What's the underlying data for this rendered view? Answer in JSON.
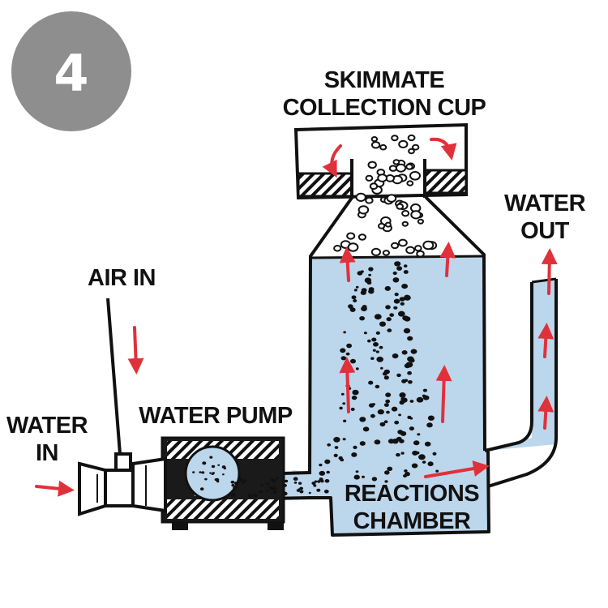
{
  "step_number": "4",
  "labels": {
    "skimmate_line1": "SKIMMATE",
    "skimmate_line2": "COLLECTION CUP",
    "air_in": "AIR IN",
    "water_in_line1": "WATER",
    "water_in_line2": "IN",
    "water_pump": "WATER PUMP",
    "water_out_line1": "WATER",
    "water_out_line2": "OUT",
    "reactions_line1": "REACTIONS",
    "reactions_line2": "CHAMBER"
  },
  "colors": {
    "badge": "#8e8e8e",
    "water": "#bcd6ec",
    "arrow": "#e0313b",
    "ink": "#111111"
  }
}
